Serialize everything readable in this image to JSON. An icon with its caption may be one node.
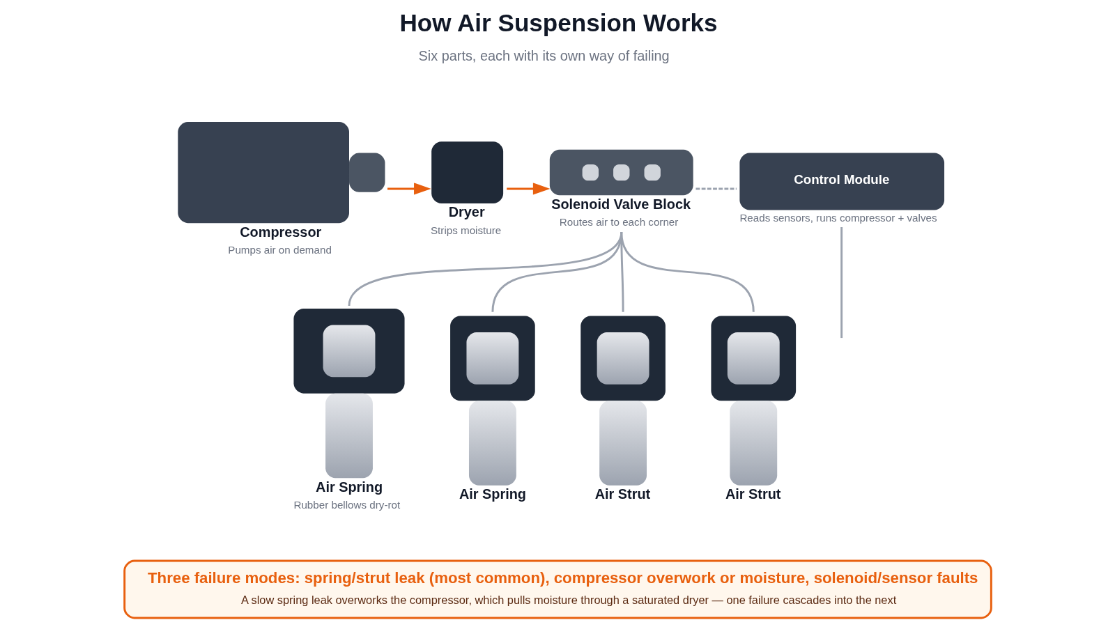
{
  "diagram": {
    "title": "How Air Suspension Works",
    "nodes": [
      {
        "text": [
          "Compressor"
        ],
        "beside": [
          "Pumps air on demand"
        ]
      },
      {
        "text": [
          "Dryer"
        ],
        "beside": [
          "Strips moisture"
        ]
      },
      {
        "text": [
          "Solenoid Valve Block"
        ],
        "beside": [
          "Routes air to each corner"
        ]
      },
      {
        "text": [
          "Control Module"
        ],
        "beside": [
          "Reads sensors, runs compressor + valves"
        ]
      },
      {
        "text": [
          "Air Spring"
        ],
        "beside": [
          "Rubber bellows dry-rot"
        ]
      },
      {
        "text": [
          "Air Spring"
        ]
      },
      {
        "text": [
          "Air Strut"
        ]
      },
      {
        "text": [
          "Air Strut"
        ]
      },
      {
        "text": [
          "Three failure modes: spring/strut leak (most common), compressor overwork or moisture, solenoid/sensor faults",
          "A slow spring leak overworks the compressor, which pulls moisture through a saturated dryer — one failure cascades into the next"
        ]
      }
    ],
    "edges": [
      {
        "from": 0,
        "to": 1,
        "arrow": "to",
        "color": "#e8600f"
      },
      {
        "from": 1,
        "to": 2,
        "arrow": "to",
        "color": "#e8600f"
      },
      {
        "from": 2,
        "to": 3,
        "arrow": "none",
        "style": "dashed"
      },
      {
        "from": 2,
        "to": 4,
        "arrow": "none"
      },
      {
        "from": 2,
        "to": 5,
        "arrow": "none"
      },
      {
        "from": 2,
        "to": 6,
        "arrow": "none"
      },
      {
        "from": 2,
        "to": 7,
        "arrow": "none"
      },
      {
        "from": 3,
        "to": null,
        "arrow": "none"
      }
    ],
    "labels": [
      "Six parts, each with its own way of failing"
    ]
  }
}
